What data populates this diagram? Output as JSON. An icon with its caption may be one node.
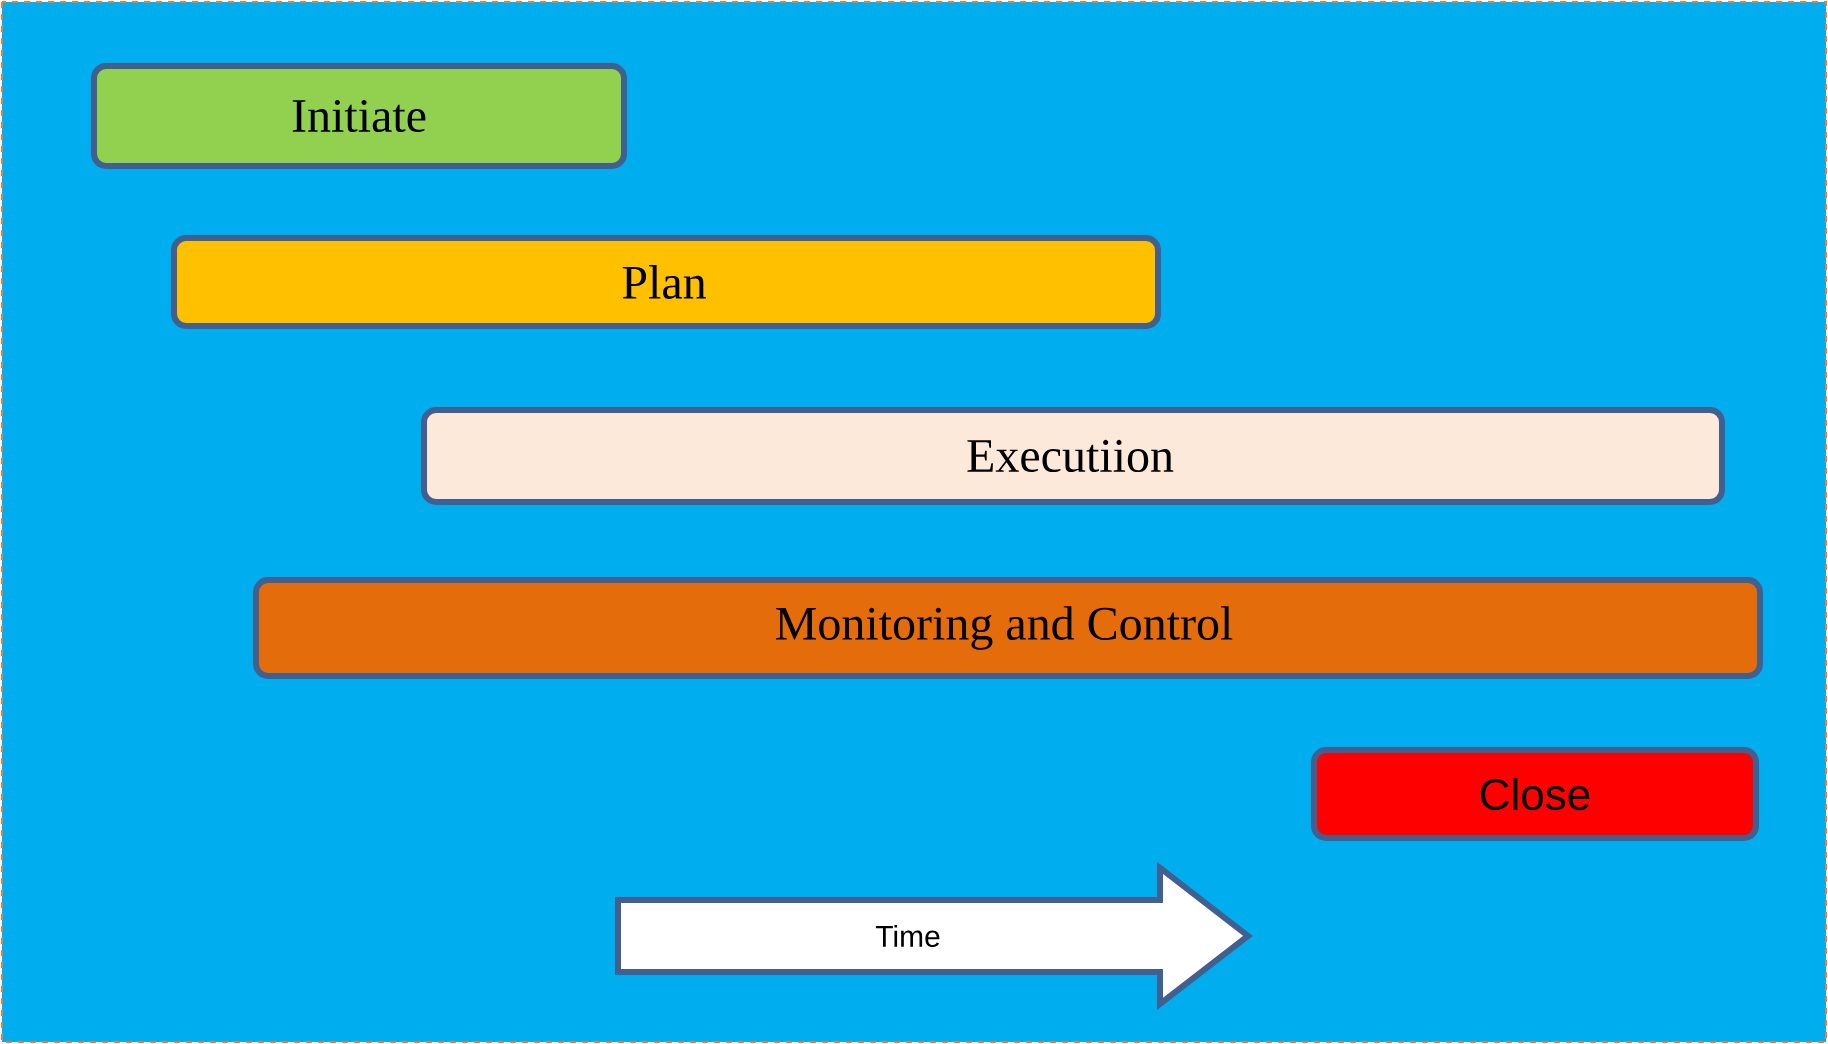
{
  "diagram": {
    "nodes": [
      {
        "text": [
          "Initiate"
        ]
      },
      {
        "text": [
          "Plan"
        ]
      },
      {
        "text": [
          "Executiion"
        ]
      },
      {
        "text": [
          "Monitoring and Control"
        ]
      },
      {
        "text": [
          "Close"
        ]
      },
      {
        "text": [
          "Time"
        ]
      }
    ]
  }
}
